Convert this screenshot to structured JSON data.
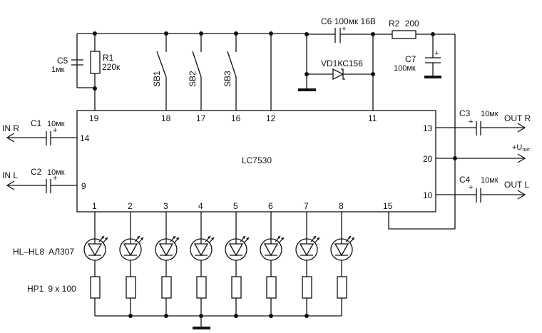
{
  "ic": {
    "name": "LC7530"
  },
  "pins": {
    "p19": "19",
    "p18": "18",
    "p17": "17",
    "p16": "16",
    "p12": "12",
    "p11": "11",
    "p14": "14",
    "p9": "9",
    "p13": "13",
    "p20": "20",
    "p10": "10",
    "p15": "15",
    "led_pins": [
      "1",
      "2",
      "3",
      "4",
      "5",
      "6",
      "7",
      "8"
    ]
  },
  "components": {
    "c5": {
      "ref": "C5",
      "value": "1мк"
    },
    "r1": {
      "ref": "R1",
      "value": "220к"
    },
    "sb1": {
      "ref": "SB1"
    },
    "sb2": {
      "ref": "SB2"
    },
    "sb3": {
      "ref": "SB3"
    },
    "c6": {
      "ref": "C6",
      "value": "100мк 16В"
    },
    "vd1": {
      "ref": "VD1",
      "value": "КС156"
    },
    "r2": {
      "ref": "R2",
      "value": "200"
    },
    "c7": {
      "ref": "C7",
      "value": "100мк"
    },
    "c1": {
      "ref": "C1",
      "value": "10мк"
    },
    "c2": {
      "ref": "C2",
      "value": "10мк"
    },
    "c3": {
      "ref": "C3",
      "value": "10мк"
    },
    "c4": {
      "ref": "C4",
      "value": "10мк"
    },
    "leds": {
      "ref": "HL–HL8",
      "value": "АЛ307"
    },
    "hp1": {
      "ref": "HP1",
      "value": "9 x 100"
    }
  },
  "ports": {
    "in_r": "IN R",
    "in_l": "IN L",
    "out_r": "OUT R",
    "out_l": "OUT L",
    "supply_prefix": "+U",
    "supply_sub": "пит."
  },
  "polarity_mark": "+"
}
